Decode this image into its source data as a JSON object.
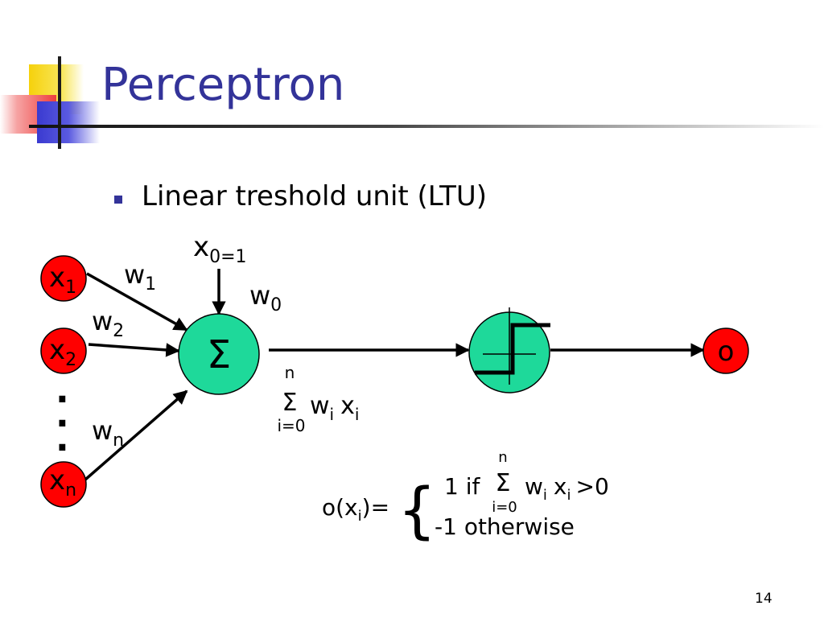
{
  "slide": {
    "title": "Perceptron",
    "bullet": "Linear treshold unit (LTU)",
    "page_number": "14"
  },
  "colors": {
    "title": "#333399",
    "input_node": "#ff0000",
    "unit_node": "#1ed99a",
    "output_node": "#ff0000"
  },
  "diagram": {
    "inputs": [
      {
        "base": "x",
        "sub": "1",
        "weight_base": "w",
        "weight_sub": "1"
      },
      {
        "base": "x",
        "sub": "2",
        "weight_base": "w",
        "weight_sub": "2"
      },
      {
        "base": "x",
        "sub": "n",
        "weight_base": "w",
        "weight_sub": "n"
      }
    ],
    "bias": {
      "base": "x",
      "sub": "0=1",
      "weight_base": "w",
      "weight_sub": "0"
    },
    "ellipsis": ".",
    "sum_node": {
      "symbol": "Σ",
      "icon": "sigma-icon"
    },
    "threshold_node": {
      "icon": "step-function-icon"
    },
    "output": {
      "label": "o"
    },
    "sum_expression": {
      "symbol": "Σ",
      "upper": "n",
      "lower": "i=0",
      "w": "w",
      "w_sub": "i",
      "x": "x",
      "x_sub": "i"
    }
  },
  "formula": {
    "lhs_pre": "o(x",
    "lhs_sub": "i",
    "lhs_post": ")=",
    "brace": "{",
    "case1_prefix": "1 if",
    "case1_symbol": "Σ",
    "case1_upper": "n",
    "case1_lower": "i=0",
    "case1_w": "w",
    "case1_w_sub": "i",
    "case1_x": "x",
    "case1_x_sub": "i",
    "case1_suffix": ">0",
    "case2": "-1 otherwise"
  }
}
